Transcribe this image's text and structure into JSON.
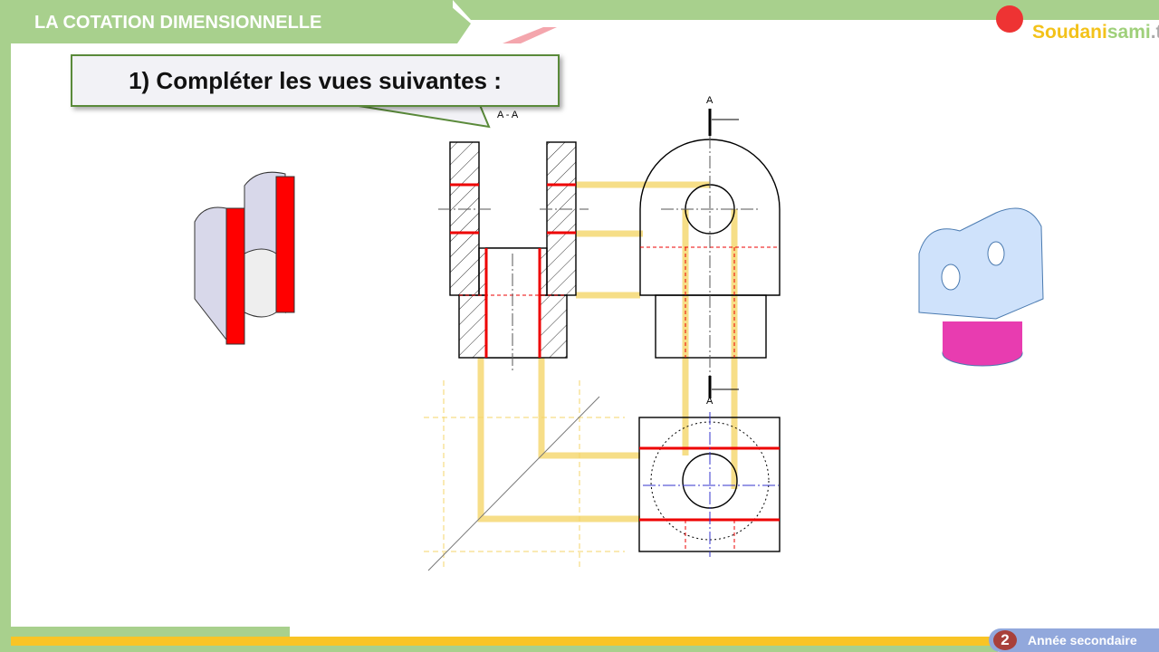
{
  "header": {
    "title": "LA COTATION DIMENSIONNELLE"
  },
  "callout": {
    "text": "1) Compléter les vues suivantes :"
  },
  "logo": {
    "part1": "Soudani",
    "part2": "sami",
    ".tn": ".tn"
  },
  "drawing": {
    "section_label": "A - A",
    "cut_label_top": "A",
    "cut_label_bottom": "A"
  },
  "footer": {
    "number": "2",
    "level": "Année secondaire"
  },
  "colors": {
    "green": "#a8d08d",
    "yellow": "#f9c425",
    "red": "#e00000",
    "badge": "#92a8dc"
  }
}
